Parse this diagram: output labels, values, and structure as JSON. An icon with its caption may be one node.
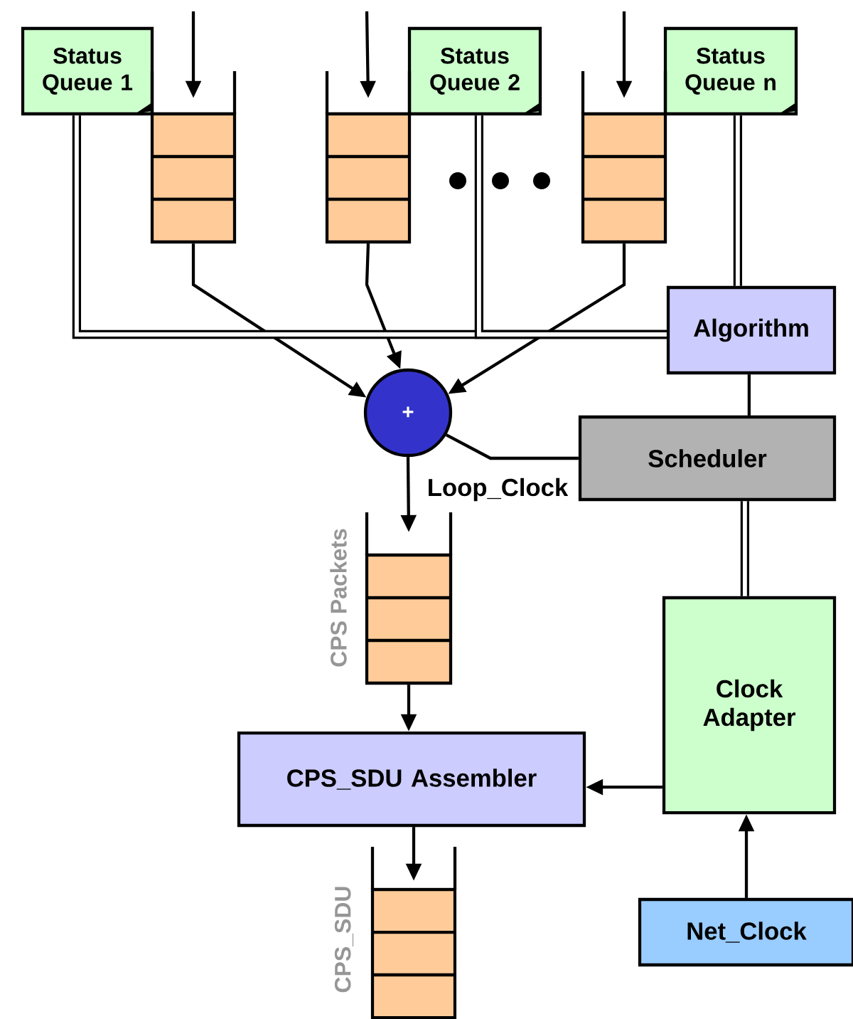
{
  "diagram": {
    "nodes": [
      {
        "text": [
          "Status Queue 1"
        ]
      },
      {
        "text": [],
        "shape": "queue"
      },
      {
        "text": [
          "Status Queue 2"
        ]
      },
      {
        "text": [],
        "shape": "queue"
      },
      {
        "text": [
          "Status Queue n"
        ]
      },
      {
        "text": [],
        "shape": "queue"
      },
      {
        "text": [
          "Algorithm"
        ]
      },
      {
        "text": [
          "+"
        ]
      },
      {
        "text": [
          "Scheduler"
        ]
      },
      {
        "text": [],
        "shape": "queue",
        "beside": [
          "CPS Packets"
        ]
      },
      {
        "text": [
          "CPS_SDU Assembler"
        ]
      },
      {
        "text": [],
        "shape": "queue",
        "beside": [
          "CPS_SDU"
        ]
      },
      {
        "text": [
          "Clock Adapter"
        ]
      },
      {
        "text": [
          "Net_Clock"
        ]
      }
    ],
    "edges": [
      {
        "from": null,
        "to": 1,
        "arrow": "to"
      },
      {
        "from": null,
        "to": 3,
        "arrow": "to"
      },
      {
        "from": null,
        "to": 5,
        "arrow": "to"
      },
      {
        "from": 1,
        "to": 7,
        "arrow": "to"
      },
      {
        "from": 3,
        "to": 7,
        "arrow": "to"
      },
      {
        "from": 5,
        "to": 7,
        "arrow": "to"
      },
      {
        "from": 0,
        "to": 6,
        "arrow": "none",
        "style": "thick"
      },
      {
        "from": 2,
        "to": 6,
        "arrow": "none",
        "style": "thick"
      },
      {
        "from": 4,
        "to": 6,
        "arrow": "none",
        "style": "thick"
      },
      {
        "from": 6,
        "to": 8,
        "arrow": "none"
      },
      {
        "from": 8,
        "to": 7,
        "arrow": "none",
        "label": "Loop_Clock"
      },
      {
        "from": 7,
        "to": 9,
        "arrow": "to"
      },
      {
        "from": 8,
        "to": 12,
        "arrow": "none",
        "style": "thick"
      },
      {
        "from": 9,
        "to": 10,
        "arrow": "to"
      },
      {
        "from": 12,
        "to": 10,
        "arrow": "to"
      },
      {
        "from": 10,
        "to": 11,
        "arrow": "to"
      },
      {
        "from": 13,
        "to": 12,
        "arrow": "to"
      }
    ]
  }
}
